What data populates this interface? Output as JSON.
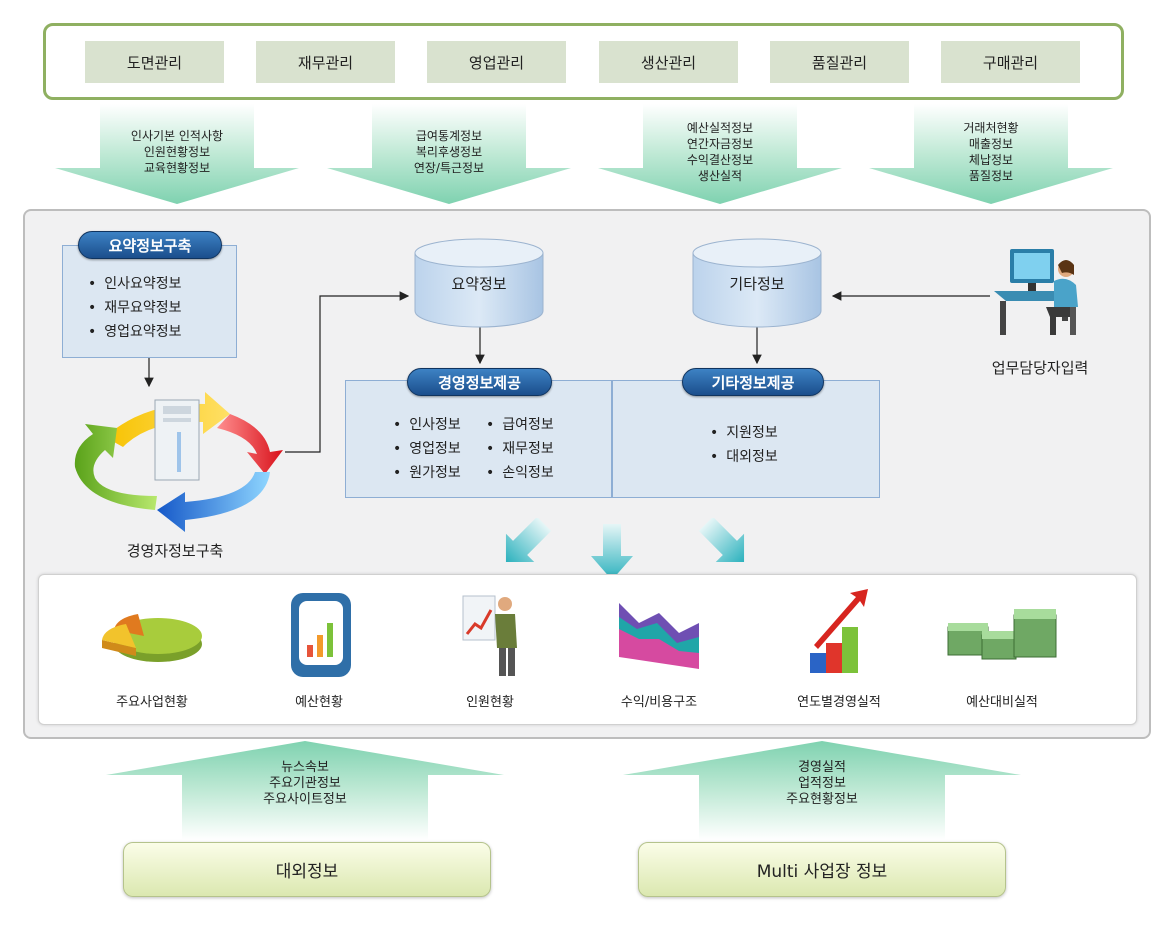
{
  "modules": [
    "도면관리",
    "재무관리",
    "영업관리",
    "생산관리",
    "품질관리",
    "구매관리"
  ],
  "top_arrows": [
    {
      "lines": [
        "인사기본 인적사항",
        "인원현황정보",
        "교육현황정보"
      ]
    },
    {
      "lines": [
        "급여통계정보",
        "복리후생정보",
        "연장/특근정보"
      ]
    },
    {
      "lines": [
        "예산실적정보",
        "연간자금정보",
        "수익결산정보",
        "생산실적"
      ]
    },
    {
      "lines": [
        "거래처현황",
        "매출정보",
        "체납정보",
        "품질정보"
      ]
    }
  ],
  "summary_build": {
    "title": "요약정보구축",
    "items": [
      "인사요약정보",
      "재무요약정보",
      "영업요약정보"
    ]
  },
  "cycle_label": "경영자정보구축",
  "db_summary": "요약정보",
  "db_other": "기타정보",
  "user_label": "업무담당자입력",
  "mgmt_info": {
    "title": "경영정보제공",
    "col1": [
      "인사정보",
      "영업정보",
      "원가정보"
    ],
    "col2": [
      "급여정보",
      "재무정보",
      "손익정보"
    ]
  },
  "other_info": {
    "title": "기타정보제공",
    "items": [
      "지원정보",
      "대외정보"
    ]
  },
  "outputs": [
    "주요사업현황",
    "예산현황",
    "인원현황",
    "수익/비용구조",
    "연도별경영실적",
    "예산대비실적"
  ],
  "bottom_arrows": [
    {
      "lines": [
        "뉴스속보",
        "주요기관정보",
        "주요사이트정보"
      ]
    },
    {
      "lines": [
        "경영실적",
        "업적정보",
        "주요현황정보"
      ]
    }
  ],
  "sources": [
    "대외정보",
    "Multi 사업장 정보"
  ]
}
